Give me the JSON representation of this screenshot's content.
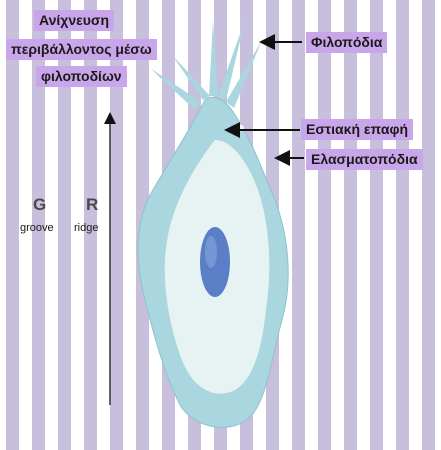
{
  "labels": {
    "title_line1": "Ανίχνευση",
    "title_line2": "περιβάλλοντος μέσω",
    "title_line3": "φιλοποδίων",
    "filopodia": "Φιλοπόδια",
    "focal_contact": "Εστιακή επαφή",
    "lamellipodia": "Ελασματοπόδια"
  },
  "axis": {
    "groove_letter": "G",
    "ridge_letter": "R",
    "groove_word": "groove",
    "ridge_word": "ridge"
  },
  "colors": {
    "stripe": "#c7bfdb",
    "background": "#ffffff",
    "label_fill": "#c9a6ea",
    "cell_outer": "#a9d6df",
    "cell_inner": "#e6f3f2",
    "nucleus": "#5a7fc7"
  }
}
